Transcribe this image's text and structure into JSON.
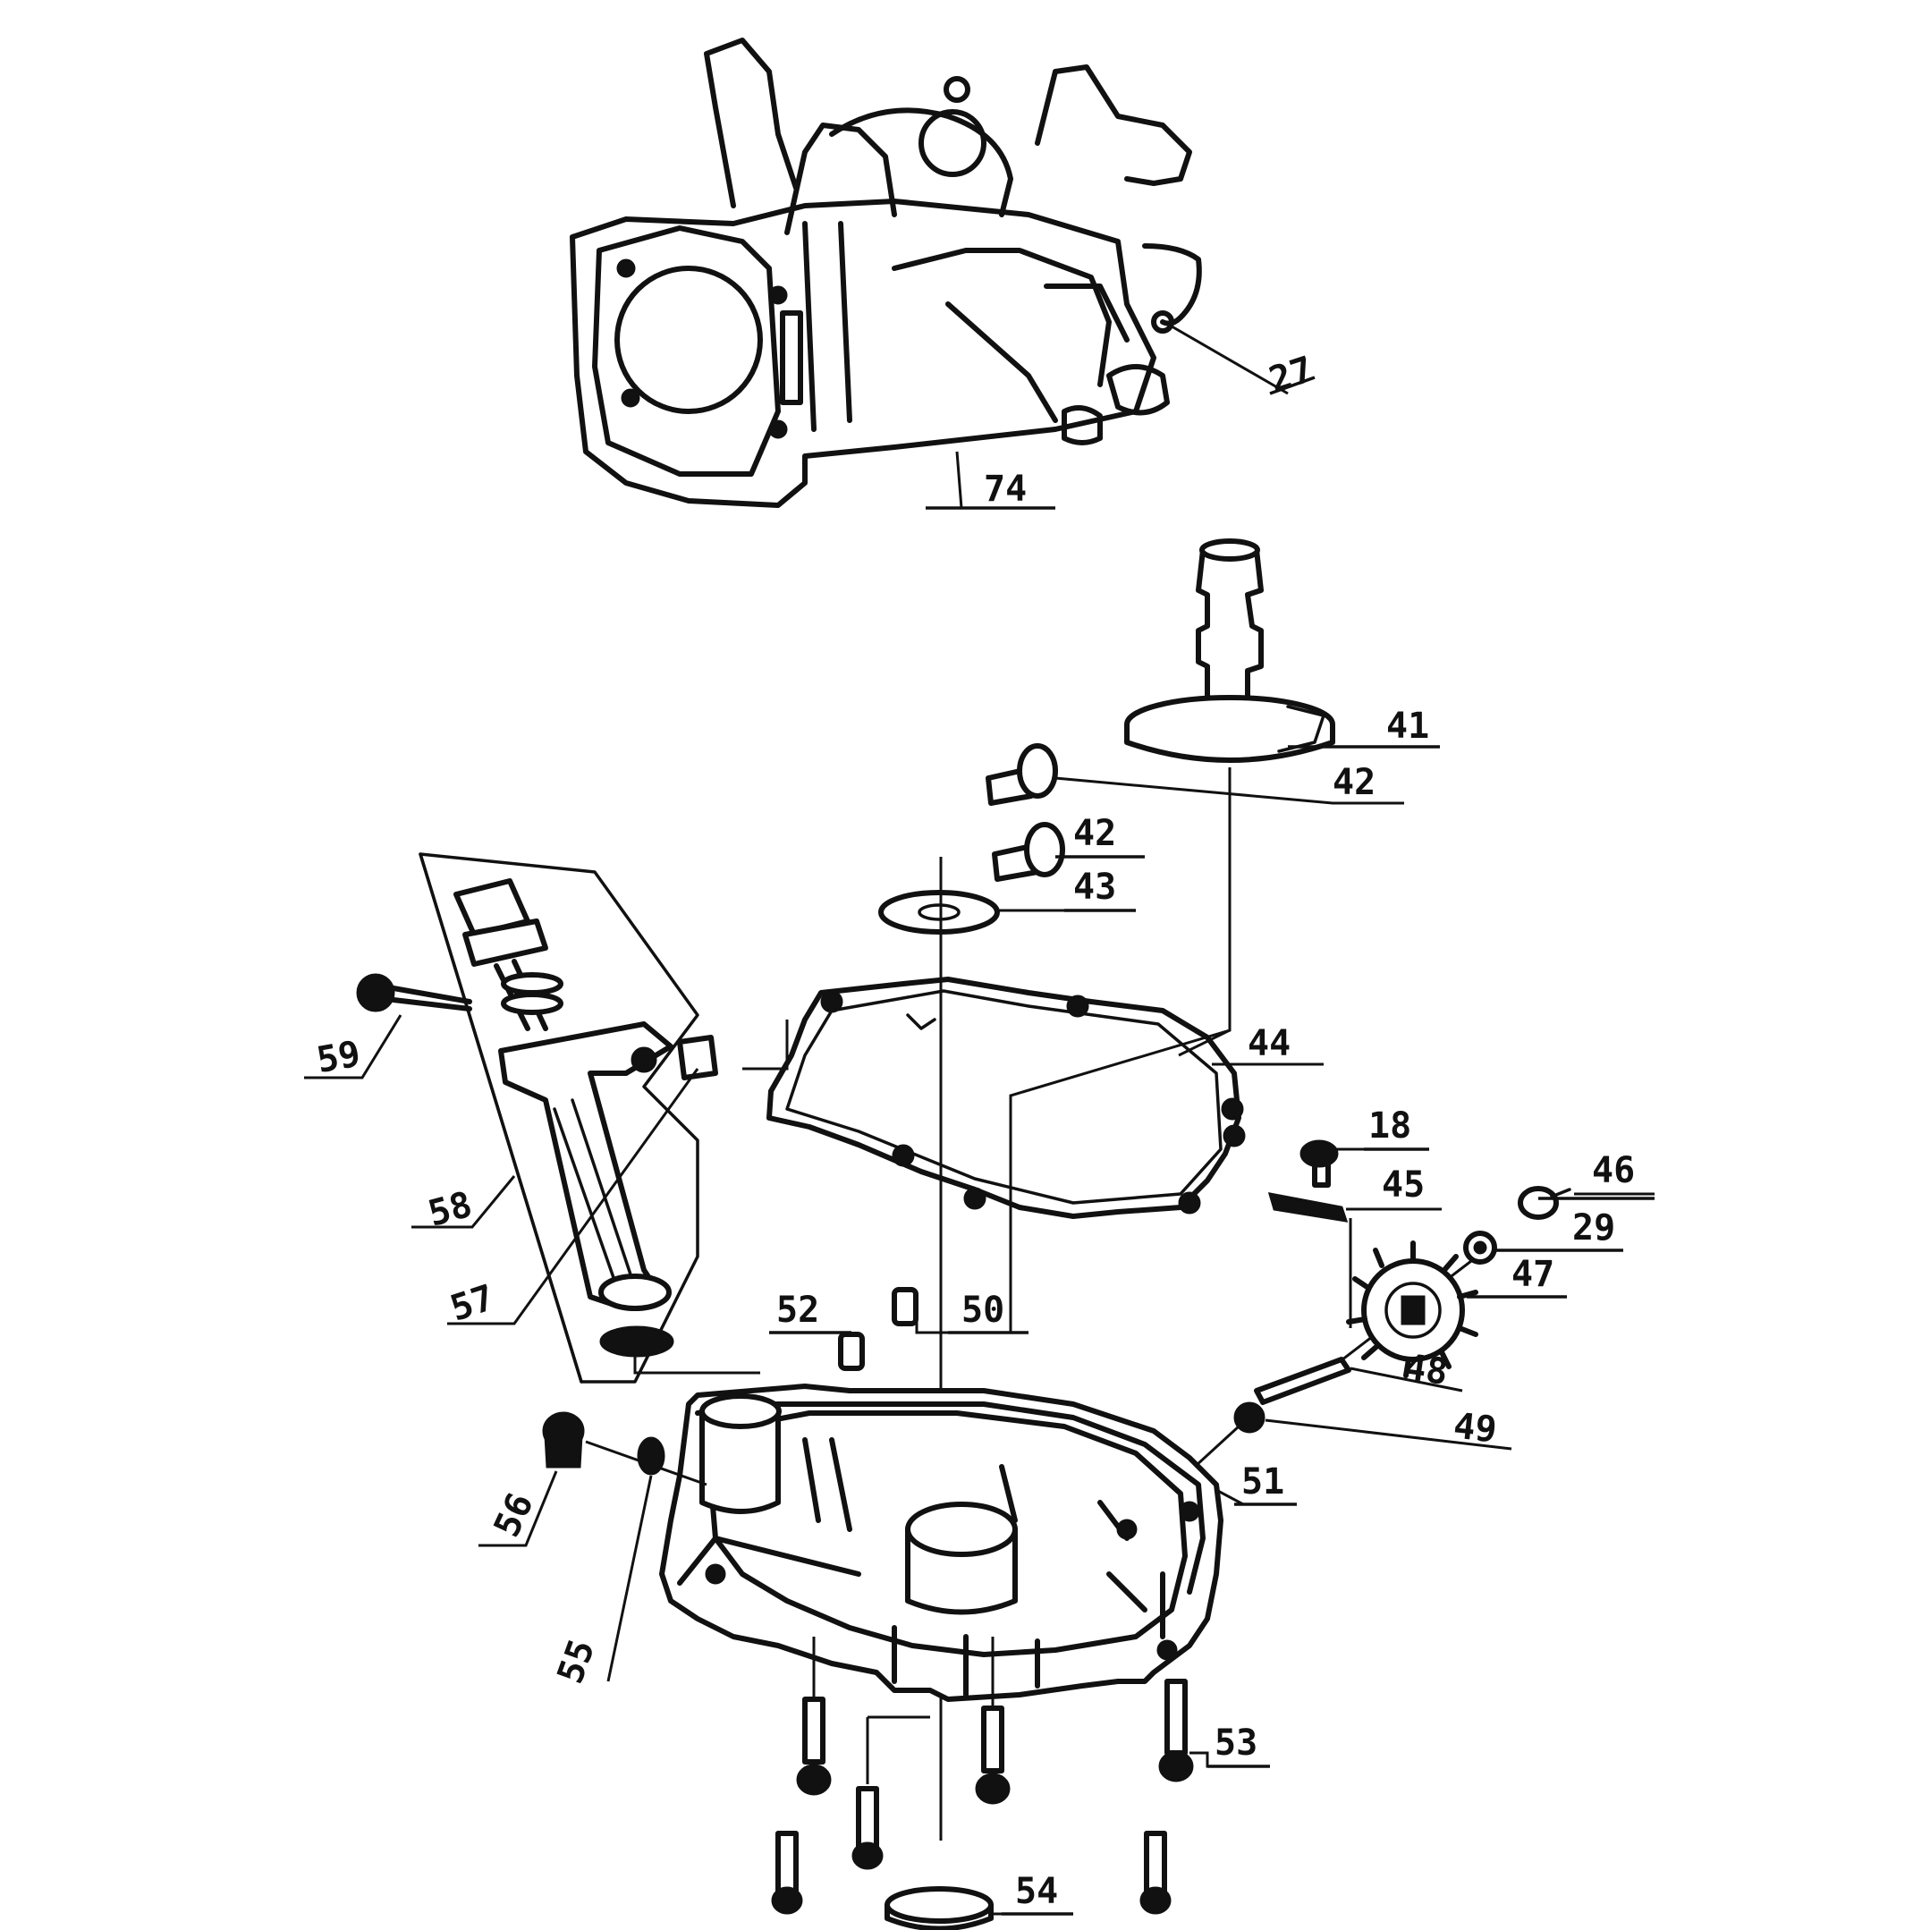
{
  "diagram": {
    "callouts": [
      {
        "id": "c27",
        "label": "27"
      },
      {
        "id": "c74",
        "label": "74"
      },
      {
        "id": "c41",
        "label": "41"
      },
      {
        "id": "c42a",
        "label": "42"
      },
      {
        "id": "c42b",
        "label": "42"
      },
      {
        "id": "c43",
        "label": "43"
      },
      {
        "id": "c44",
        "label": "44"
      },
      {
        "id": "c18",
        "label": "18"
      },
      {
        "id": "c45",
        "label": "45"
      },
      {
        "id": "c46",
        "label": "46"
      },
      {
        "id": "c29",
        "label": "29"
      },
      {
        "id": "c47",
        "label": "47"
      },
      {
        "id": "c48",
        "label": "48"
      },
      {
        "id": "c49",
        "label": "49"
      },
      {
        "id": "c50",
        "label": "50"
      },
      {
        "id": "c51",
        "label": "51"
      },
      {
        "id": "c52",
        "label": "52"
      },
      {
        "id": "c53",
        "label": "53"
      },
      {
        "id": "c54",
        "label": "54"
      },
      {
        "id": "c55",
        "label": "55"
      },
      {
        "id": "c56",
        "label": "56"
      },
      {
        "id": "c57",
        "label": "57"
      },
      {
        "id": "c58",
        "label": "58"
      },
      {
        "id": "c59",
        "label": "59"
      }
    ]
  }
}
